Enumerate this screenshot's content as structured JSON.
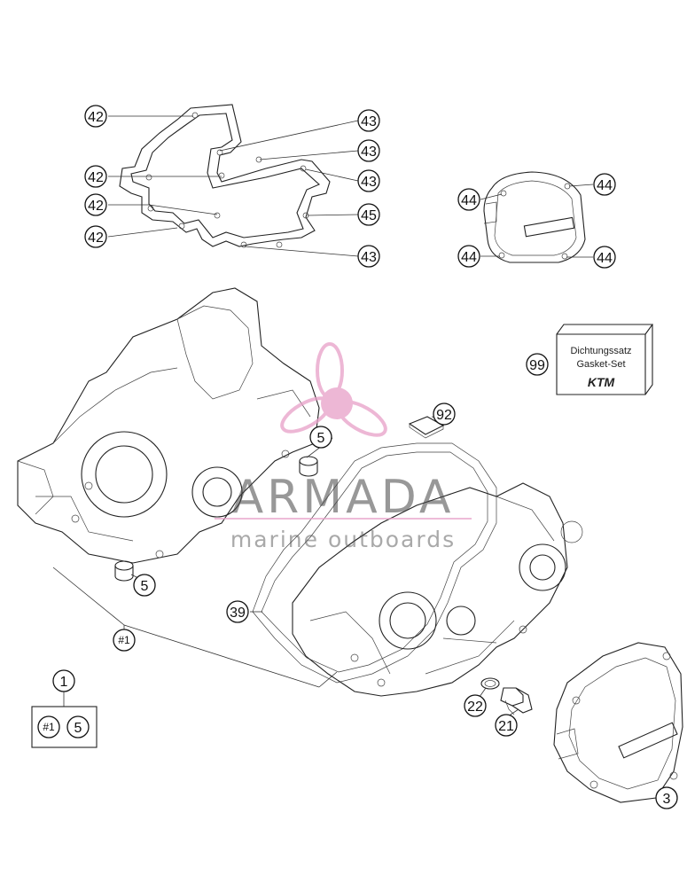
{
  "callouts": {
    "c42a": "42",
    "c42b": "42",
    "c42c": "42",
    "c42d": "42",
    "c43a": "43",
    "c43b": "43",
    "c43c": "43",
    "c43d": "43",
    "c45": "45",
    "c44a": "44",
    "c44b": "44",
    "c44c": "44",
    "c44d": "44",
    "c99": "99",
    "c92": "92",
    "c5a": "5",
    "c5b": "5",
    "c5c": "5",
    "c39": "39",
    "c1group": "#1",
    "c1": "1",
    "c1box": "#1",
    "c22": "22",
    "c21": "21",
    "c3": "3"
  },
  "gasket_set_box": {
    "line1": "Dichtungssatz",
    "line2": "Gasket-Set",
    "brand": "KTM"
  },
  "watermark": {
    "name": "ARMADA",
    "tagline": "marine outboards",
    "accent_color": "#e8a0c8"
  }
}
